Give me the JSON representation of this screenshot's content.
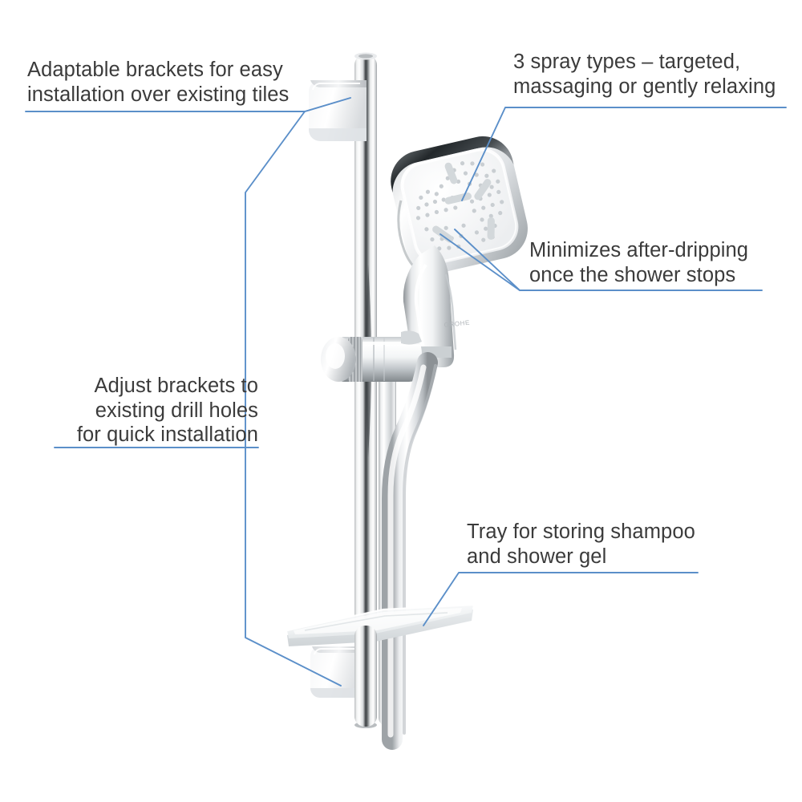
{
  "diagram": {
    "title": "Shower rail set feature callouts",
    "background_color": "#ffffff",
    "callout_line_color": "#5b8fc9",
    "text_color": "#3b3b3b",
    "product_brand": "GROHE"
  },
  "callouts": [
    {
      "id": "brackets",
      "text": "Adaptable brackets for easy\ninstallation over existing tiles",
      "align": "left",
      "points_to": "upper-wall-bracket"
    },
    {
      "id": "spray",
      "text": "3 spray types – targeted,\nmassaging or gently relaxing",
      "align": "left",
      "points_to": "hand-shower-spray-face"
    },
    {
      "id": "dripping",
      "text": "Minimizes after-dripping\nonce the shower stops",
      "align": "left",
      "points_to": "hand-shower-nozzles"
    },
    {
      "id": "adjust",
      "text": "Adjust brackets to\nexisting drill holes\nfor quick installation",
      "align": "right",
      "points_to": "lower-wall-bracket"
    },
    {
      "id": "tray",
      "text": "Tray for storing shampoo\nand shower gel",
      "align": "left",
      "points_to": "storage-tray"
    }
  ],
  "product": {
    "parts": [
      {
        "name": "shower-rail",
        "material": "chrome"
      },
      {
        "name": "upper-wall-bracket",
        "material": "white"
      },
      {
        "name": "lower-wall-bracket",
        "material": "white"
      },
      {
        "name": "hand-shower-head",
        "material": "white-chrome"
      },
      {
        "name": "hand-shower-handle",
        "material": "chrome"
      },
      {
        "name": "slider-holder",
        "material": "chrome"
      },
      {
        "name": "shower-hose",
        "material": "chrome"
      },
      {
        "name": "storage-tray",
        "material": "frosted-white"
      }
    ]
  }
}
